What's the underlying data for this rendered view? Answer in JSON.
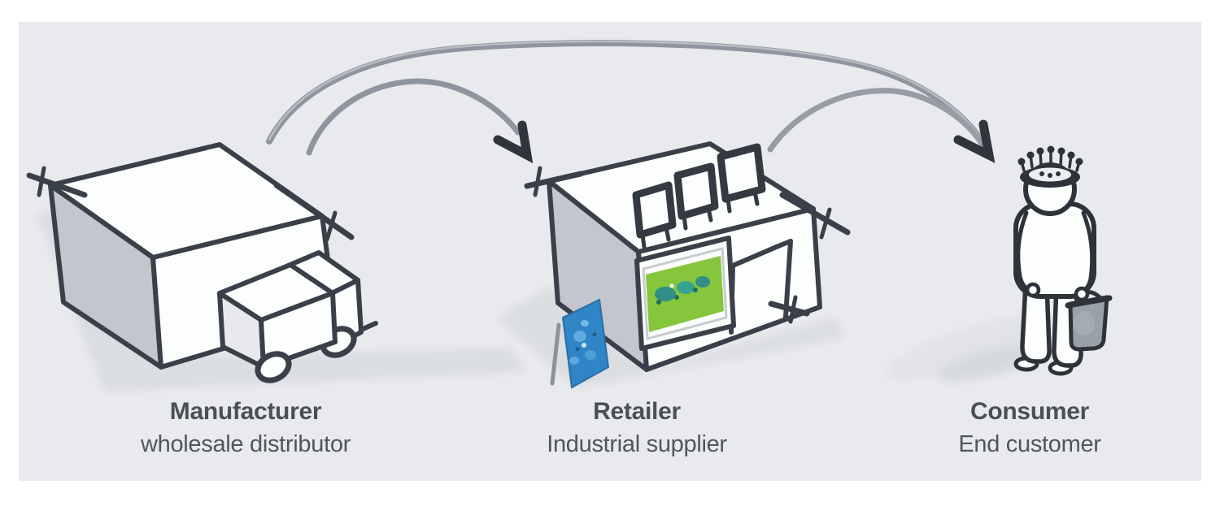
{
  "page": {
    "background": "#ffffff",
    "panel_background": "#e9eaed"
  },
  "diagram": {
    "type": "supply-chain-flow",
    "nodes": [
      {
        "id": "manufacturer",
        "title": "Manufacturer",
        "subtitle": "wholesale distributor",
        "illustration": "warehouse-building-with-delivery-truck"
      },
      {
        "id": "retailer",
        "title": "Retailer",
        "subtitle": "Industrial supplier",
        "illustration": "shop-building-with-rooftop-signs-window-poster-and-sandwich-board"
      },
      {
        "id": "consumer",
        "title": "Consumer",
        "subtitle": "End customer",
        "illustration": "person-wearing-crown-holding-shopping-bag"
      }
    ],
    "arrows": [
      {
        "id": "manufacturer-to-retailer",
        "from": "manufacturer",
        "to": "retailer",
        "style": "curved-sketch-arrow"
      },
      {
        "id": "manufacturer-to-consumer",
        "from": "manufacturer",
        "to": "consumer",
        "style": "long-curved-sketch-arrow"
      },
      {
        "id": "retailer-to-consumer",
        "from": "retailer",
        "to": "consumer",
        "style": "curved-sketch-arrow"
      }
    ],
    "colors": {
      "outline": "#3a4049",
      "arrow": "#8f959e",
      "arrowhead": "#30353c",
      "text": "#4b5058",
      "wall_shade": "#c3c6cc",
      "shadow": "#d6d9dd",
      "sandwich_board_blue": "#2f85c6",
      "poster_green": "#85c63c",
      "poster_teal": "#2f8f85",
      "bag_gray": "#9aa0a8",
      "white": "#fcfdfd"
    }
  }
}
